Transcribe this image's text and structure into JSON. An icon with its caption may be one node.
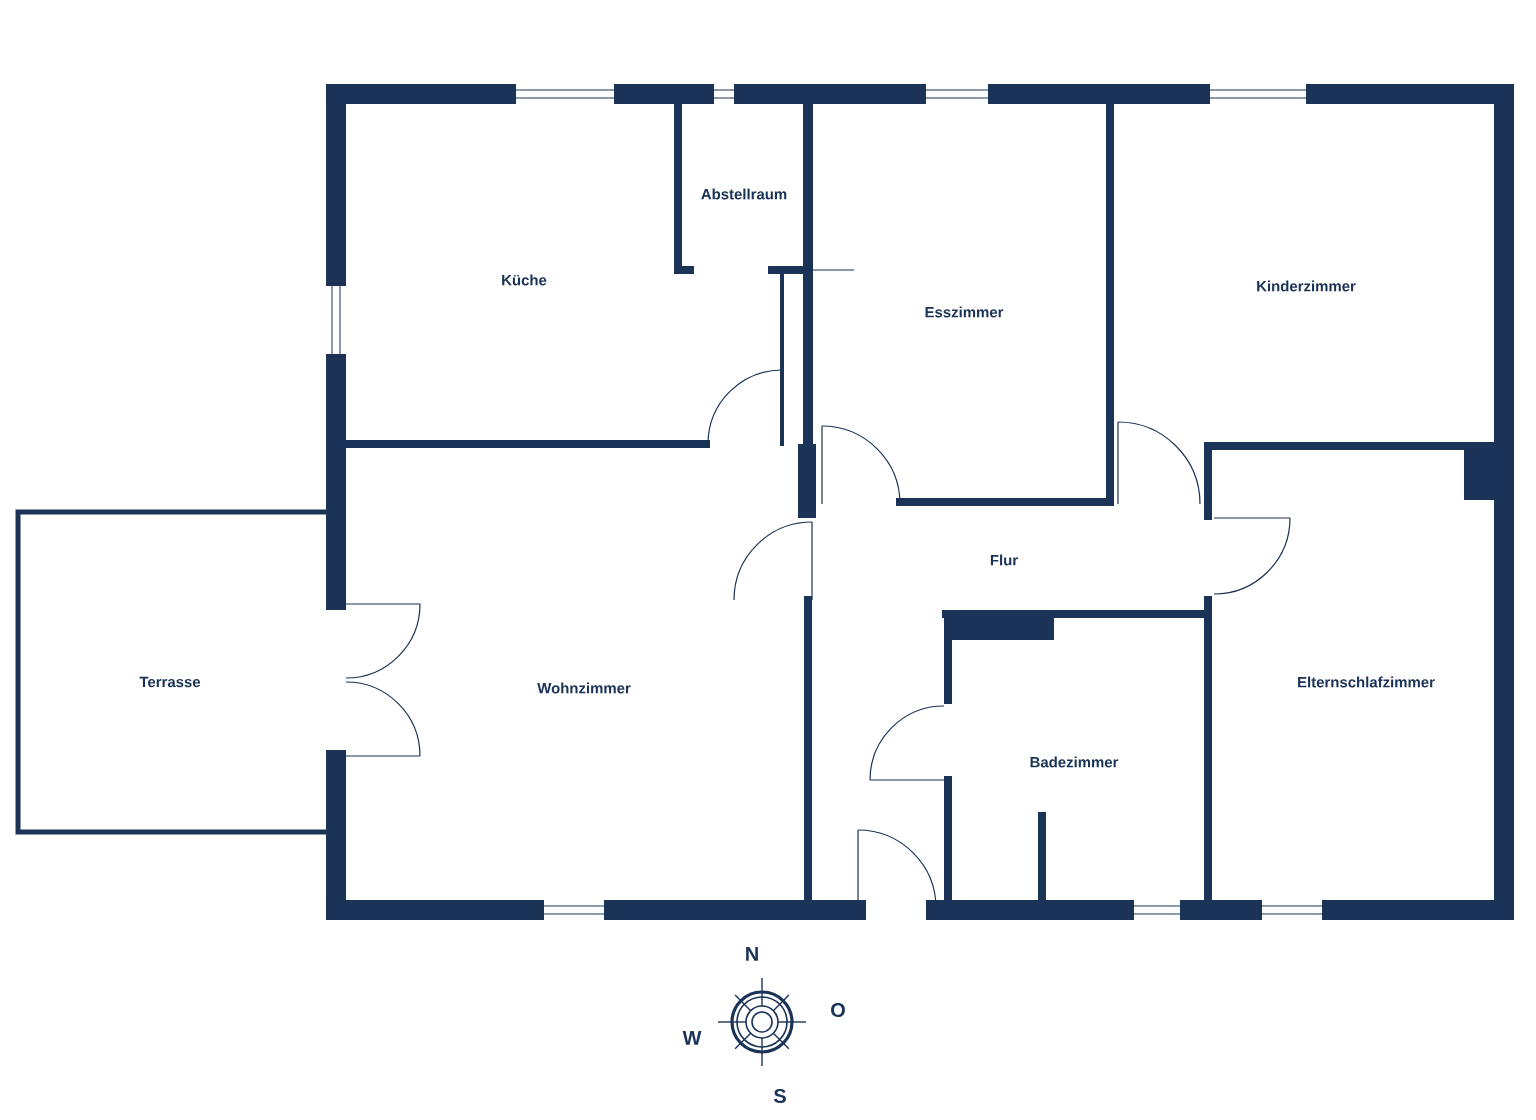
{
  "diagram": {
    "nodes": [
      {
        "text": [
          "Küche"
        ]
      },
      {
        "text": [
          "Abstellraum"
        ]
      },
      {
        "text": [
          "Esszimmer"
        ]
      },
      {
        "text": [
          "Kinderzimmer"
        ]
      },
      {
        "text": [
          "Flur"
        ]
      },
      {
        "text": [
          "Terrasse"
        ]
      },
      {
        "text": [
          "Wohnzimmer"
        ]
      },
      {
        "text": [
          "Elternschlafzimmer"
        ]
      },
      {
        "text": [
          "Badezimmer"
        ]
      }
    ],
    "labels": [
      "N",
      "O",
      "W",
      "S"
    ]
  }
}
